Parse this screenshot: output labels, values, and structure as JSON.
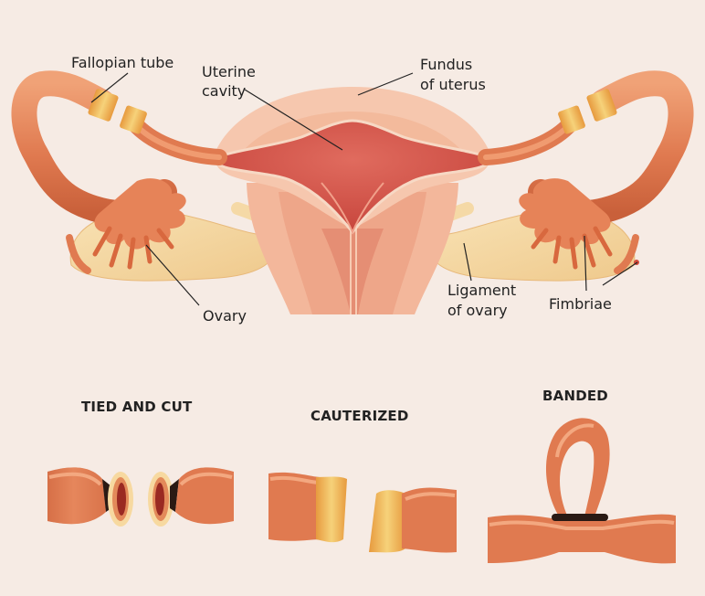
{
  "labels": {
    "fallopian_tube": "Fallopian tube",
    "uterine_cavity_line1": "Uterine",
    "uterine_cavity_line2": "cavity",
    "fundus_line1": "Fundus",
    "fundus_line2": "of uterus",
    "ovary": "Ovary",
    "ligament_line1": "Ligament",
    "ligament_line2": "of ovary",
    "fimbriae": "Fimbriae"
  },
  "methods": {
    "tied_and_cut": "TIED AND CUT",
    "cauterized": "CAUTERIZED",
    "banded": "BANDED"
  },
  "colors": {
    "background": "#f6ebe4",
    "tube": "#e07a50",
    "tube_light": "#f0a277",
    "uterus_body": "#f6c7ae",
    "cavity": "#d95a50",
    "ovary": "#f3d39c",
    "cuff": "#f2c260",
    "band": "#2a1a14"
  }
}
